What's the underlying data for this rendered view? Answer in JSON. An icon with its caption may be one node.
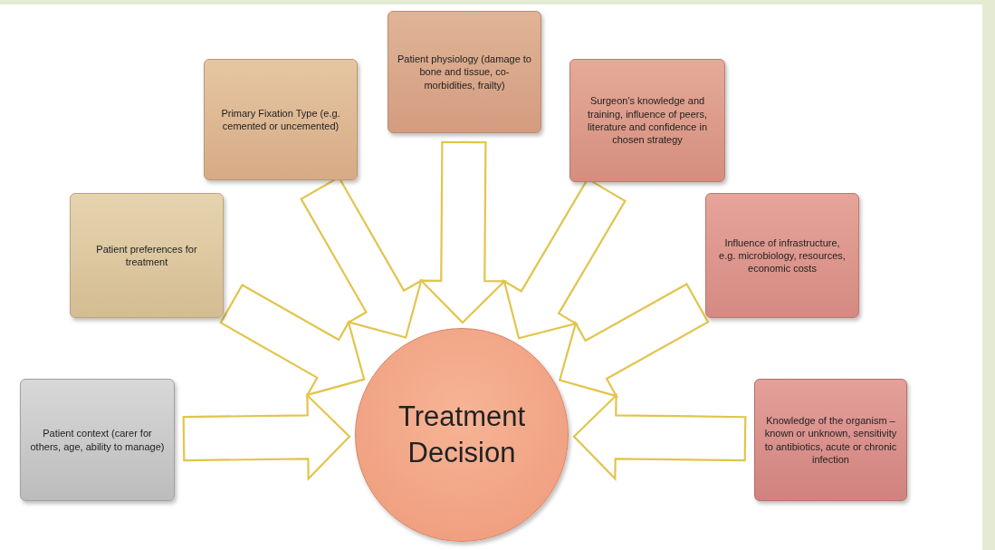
{
  "diagram": {
    "nodes": [
      {
        "text": [
          "Patient physiology (damage to bone and tissue, co-morbidities, frailty)"
        ]
      },
      {
        "text": [
          "Primary Fixation Type (e.g. cemented or uncemented)"
        ]
      },
      {
        "text": [
          "Surgeon's knowledge and training, influence of peers, literature and confidence in chosen strategy"
        ]
      },
      {
        "text": [
          "Patient preferences for treatment"
        ]
      },
      {
        "text": [
          "Influence of infrastructure, e.g. microbiology, resources, economic costs"
        ]
      },
      {
        "text": [
          "Patient context (carer for others, age, ability to manage)"
        ]
      },
      {
        "text": [
          "Treatment Decision"
        ]
      },
      {
        "text": [
          "Knowledge of the organism – known or unknown, sensitivity to antibiotics, acute or chronic infection"
        ]
      }
    ],
    "edges": [
      {
        "from": 0,
        "to": 6,
        "arrow": "to"
      },
      {
        "from": 1,
        "to": 6,
        "arrow": "to"
      },
      {
        "from": 2,
        "to": 6,
        "arrow": "to"
      },
      {
        "from": 3,
        "to": 6,
        "arrow": "to"
      },
      {
        "from": 4,
        "to": 6,
        "arrow": "to"
      },
      {
        "from": 5,
        "to": 6,
        "arrow": "to"
      },
      {
        "from": 7,
        "to": 6,
        "arrow": "to"
      }
    ]
  }
}
